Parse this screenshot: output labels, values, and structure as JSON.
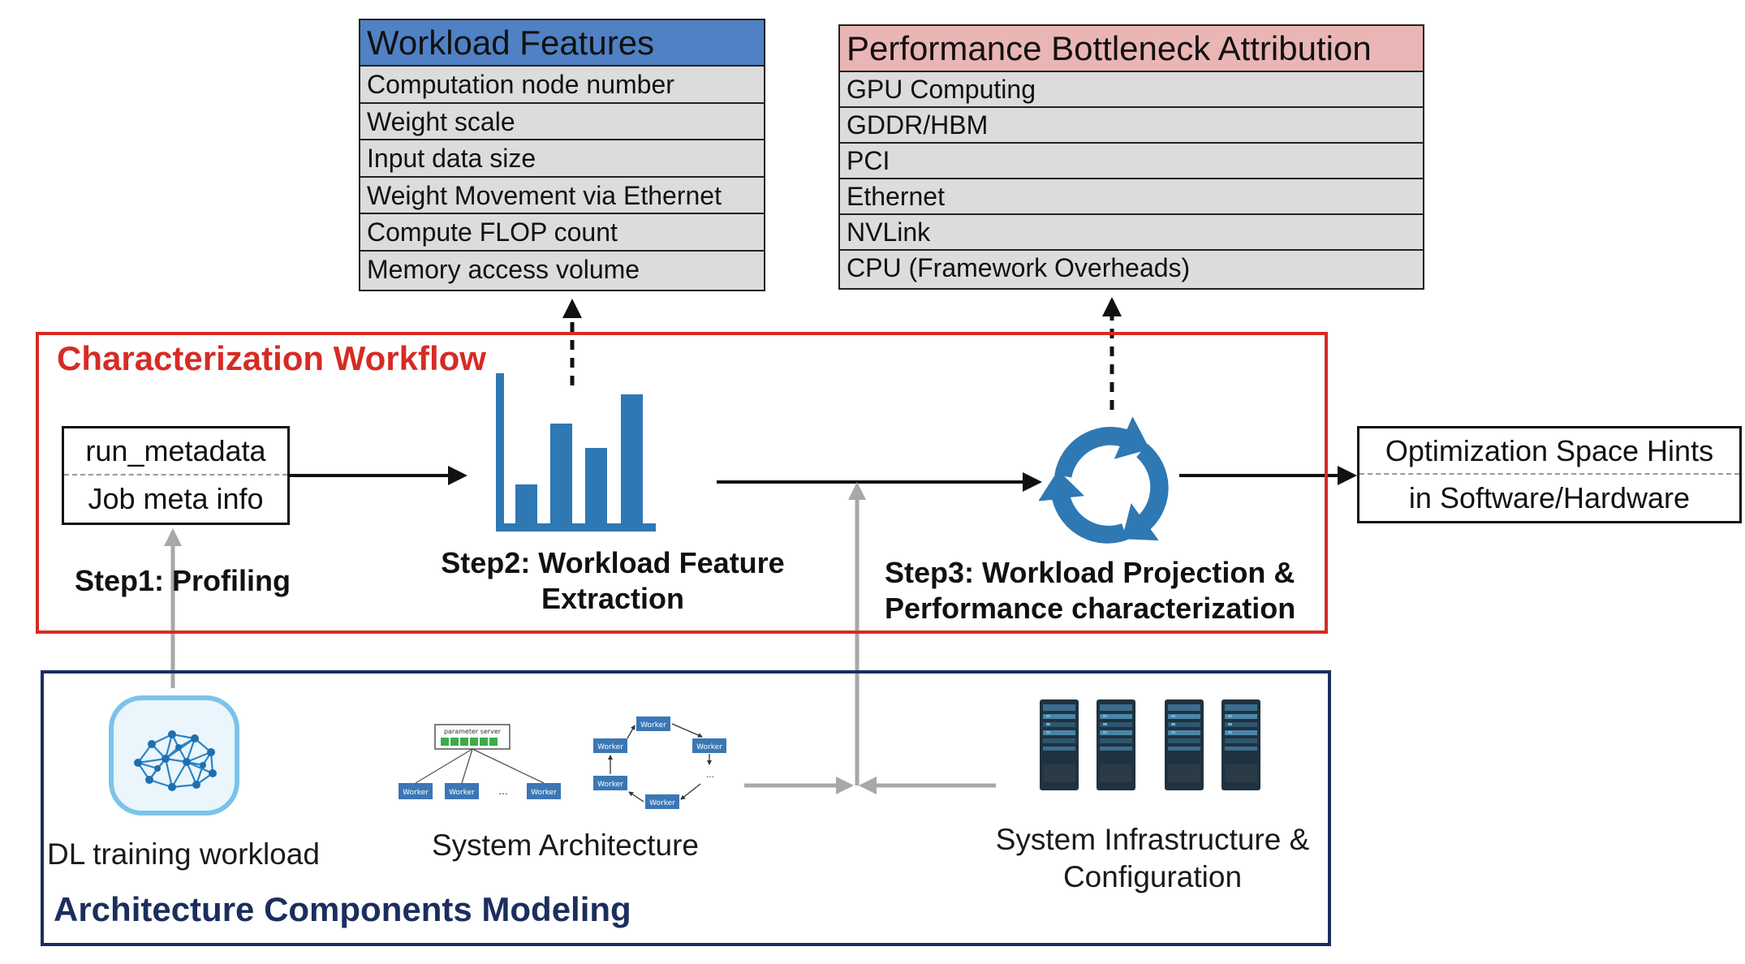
{
  "workload_features": {
    "header": "Workload Features",
    "rows": [
      "Computation node number",
      "Weight scale",
      "Input data size",
      "Weight Movement via Ethernet",
      "Compute FLOP count",
      "Memory access volume"
    ]
  },
  "bottleneck": {
    "header": "Performance Bottleneck Attribution",
    "rows": [
      "GPU Computing",
      "GDDR/HBM",
      "PCI",
      "Ethernet",
      "NVLink",
      "CPU (Framework Overheads)"
    ]
  },
  "workflow": {
    "title": "Characterization Workflow",
    "profiling_box": {
      "top": "run_metadata",
      "bottom": "Job meta info"
    },
    "step1": "Step1: Profiling",
    "step2_line1": "Step2: Workload Feature",
    "step2_line2": "Extraction",
    "step3_line1": "Step3: Workload Projection &",
    "step3_line2": "Performance characterization"
  },
  "output_box": {
    "top": "Optimization Space Hints",
    "bottom": "in Software/Hardware"
  },
  "modeling": {
    "title": "Architecture Components Modeling",
    "dl_label": "DL training workload",
    "arch_label": "System Architecture",
    "infra_line1": "System Infrastructure &",
    "infra_line2": "Configuration",
    "ps_label": "parameter server",
    "worker_label": "Worker",
    "ellipsis": "..."
  },
  "colors": {
    "blue_icon": "#2e78b4",
    "red_frame": "#d62b24",
    "navy_frame": "#1b2e5e",
    "header_blue": "#4f81c4",
    "header_pink": "#eab5b5"
  }
}
